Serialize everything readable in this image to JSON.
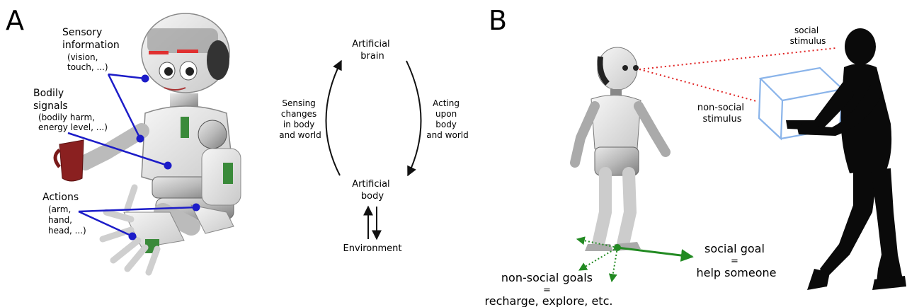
{
  "panel_a": {
    "letter": "A",
    "sensory": [
      "Sensory",
      "information",
      "(vision,",
      "touch, ...)"
    ],
    "bodily": [
      "Bodily",
      "signals",
      "(bodily harm,",
      "energy level, ...)"
    ],
    "actions": [
      "Actions",
      "(arm,",
      "hand,",
      "head, ...)"
    ],
    "loop": {
      "brain": [
        "Artificial",
        "brain"
      ],
      "body": [
        "Artificial",
        "body"
      ],
      "environment": "Environment",
      "sensing": [
        "Sensing",
        "changes",
        "in body",
        "and world"
      ],
      "acting": [
        "Acting",
        "upon",
        "body",
        "and world"
      ]
    }
  },
  "panel_b": {
    "letter": "B",
    "social_stimulus": [
      "social",
      "stimulus"
    ],
    "non_social_stimulus": [
      "non-social",
      "stimulus"
    ],
    "social_goal": [
      "social goal",
      "=",
      "help someone"
    ],
    "non_social_goals": [
      "non-social goals",
      "=",
      "recharge, explore, etc."
    ]
  },
  "colors": {
    "connector": "#1c1cc8",
    "goal_arrow": "#228a22",
    "social_line": "#e02020",
    "box": "#8ab4ea",
    "silhouette": "#0a0a0a"
  }
}
